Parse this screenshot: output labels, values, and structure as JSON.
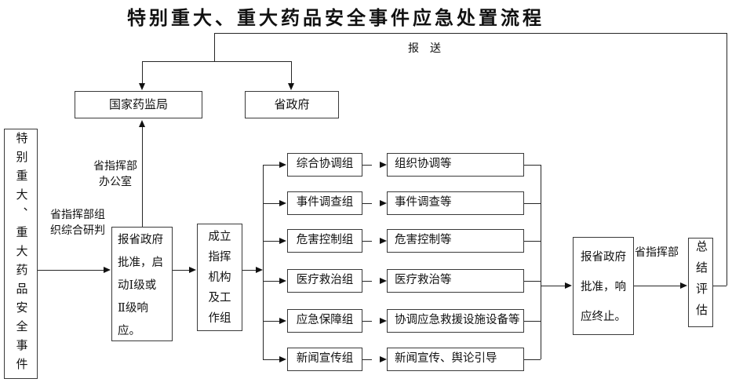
{
  "title": "特别重大、重大药品安全事件应急处置流程",
  "colors": {
    "background": "#ffffff",
    "line": "#262626",
    "border": "#3a3a3a",
    "text": "#111111"
  },
  "nodes": {
    "event": {
      "text": "特别重大、重大药品安全事件"
    },
    "national_drug_admin": {
      "text": "国家药监局"
    },
    "provincial_gov": {
      "text": "省政府"
    },
    "approval_activation": {
      "text": "报省政府\n批准，启\n动Ⅰ级或\nⅡ级响\n应。"
    },
    "setup_command": {
      "text": "成立\n指挥\n机构\n及工\n作组"
    },
    "approval_termination": {
      "text": "报省政府\n批准，响\n应终止。"
    },
    "summary_evaluation": {
      "text": "总结评估"
    }
  },
  "workgroups": [
    {
      "group": "综合协调组",
      "task": "组织协调等"
    },
    {
      "group": "事件调查组",
      "task": "事件调查等"
    },
    {
      "group": "危害控制组",
      "task": "危害控制等"
    },
    {
      "group": "医疗救治组",
      "task": "医疗救治等"
    },
    {
      "group": "应急保障组",
      "task": "协调应急救援设施设备等"
    },
    {
      "group": "新闻宣传组",
      "task": "新闻宣传、舆论引导"
    }
  ],
  "labels": {
    "report": "报　送",
    "office": "省指挥部\n办公室",
    "research": "省指挥部组\n织综合研判",
    "command_hq": "省指挥部"
  }
}
